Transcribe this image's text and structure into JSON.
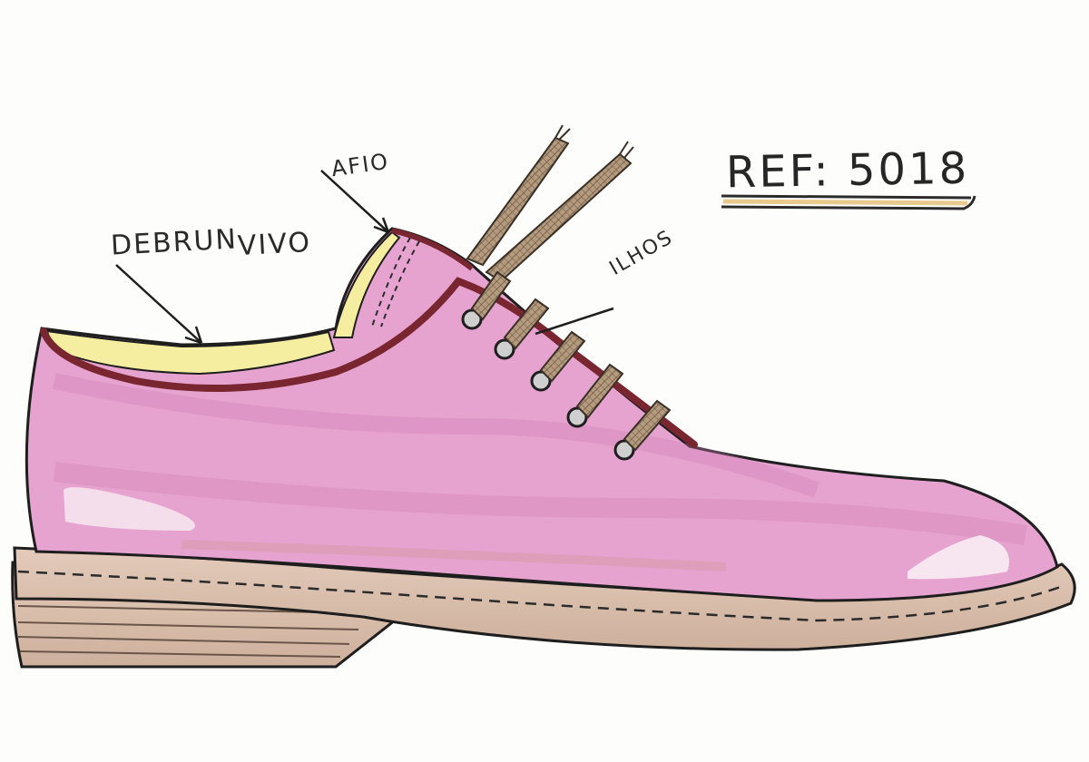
{
  "annotations": {
    "debrum": "DEBRUN",
    "vivo": "VIVO",
    "afio": "AFIO",
    "ilhos": "ILHOS",
    "reference": "REF: 5018"
  },
  "colors": {
    "upper": "#e6a3cf",
    "upper_shade": "#cf7fb4",
    "lining": "#f5eea0",
    "piping": "#7a2630",
    "lace": "#a48a6e",
    "sole": "#d9bfae",
    "sole_stripes": "#6b5548",
    "outline": "#1e1e1e"
  }
}
